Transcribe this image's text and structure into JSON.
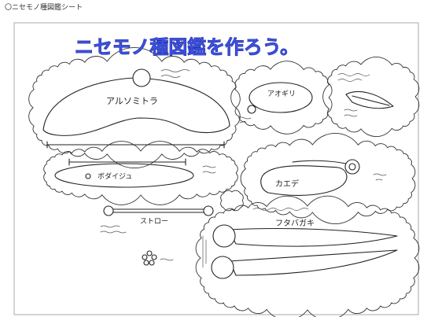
{
  "header": {
    "title": "〇ニセモノ種図鑑シート"
  },
  "sheet": {
    "title": "ニセモノ種図鑑を作ろう。",
    "labels": {
      "alsomitra": "アルソミトラ",
      "aogiri": "アオギリ",
      "bodaiju": "ボダイジュ",
      "kaede": "カエデ",
      "futabagaki": "フタバガキ",
      "straw": "ストロー"
    }
  },
  "colors": {
    "title": "#3b4fe0",
    "ink": "#222222",
    "frame": "#aaaaaa"
  }
}
